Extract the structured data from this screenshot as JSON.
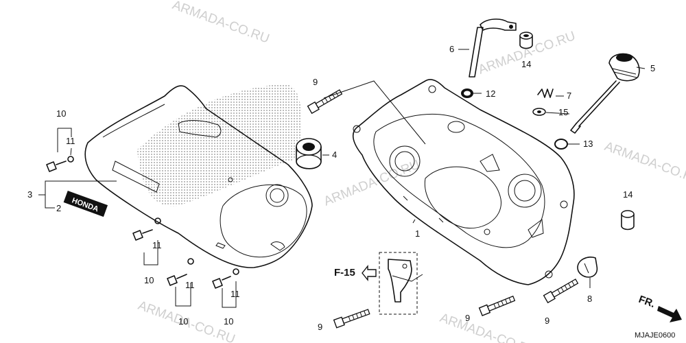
{
  "watermarks": [
    "ARMADA-CO.RU",
    "ARMADA-CO.RU",
    "ARMADA-CO.RU",
    "ARMADA-CO.RU",
    "ARMADA-CO.RU",
    "ARMADA-CO.RU"
  ],
  "callouts": {
    "c1": "1",
    "c2": "2",
    "c3": "3",
    "c4": "4",
    "c5": "5",
    "c6": "6",
    "c7": "7",
    "c8": "8",
    "c9a": "9",
    "c9b": "9",
    "c9c": "9",
    "c9d": "9",
    "c10a": "10",
    "c10b": "10",
    "c10c": "10",
    "c10d": "10",
    "c11a": "11",
    "c11b": "11",
    "c11c": "11",
    "c11d": "11",
    "c12": "12",
    "c13": "13",
    "c14a": "14",
    "c14b": "14",
    "c15": "15"
  },
  "reference": {
    "label": "F-15"
  },
  "direction": {
    "label": "FR."
  },
  "diagram_code": "MJAJE0600",
  "emblem_text": "HONDA"
}
